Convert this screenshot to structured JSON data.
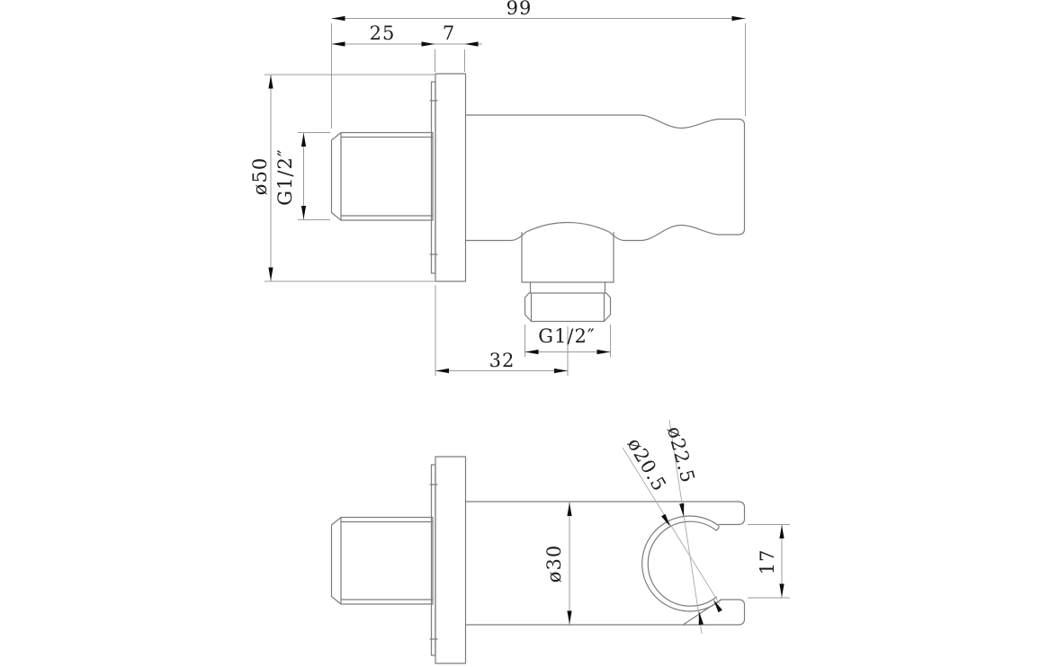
{
  "drawing": {
    "type": "technical-dimension-drawing",
    "part": "wall outlet elbow with shower handset holder",
    "colors": {
      "background": "#ffffff",
      "outline": "#7c7c7c",
      "dimension_line": "#9b9b9b",
      "arrow": "#0d0d0d",
      "text": "#1f1f1f"
    },
    "side_view": {
      "dims": {
        "overall_depth": "99",
        "inlet_length": "25",
        "plate_thickness": "7",
        "plate_diameter": "ø50",
        "inlet_thread": "G1/2″",
        "outlet_thread": "G1/2″",
        "outlet_offset": "32"
      }
    },
    "bottom_view": {
      "dims": {
        "body_diameter": "ø30",
        "cradle_outer_diameter": "ø22.5",
        "cradle_inner_diameter": "ø20.5",
        "slot_width": "17"
      }
    }
  }
}
